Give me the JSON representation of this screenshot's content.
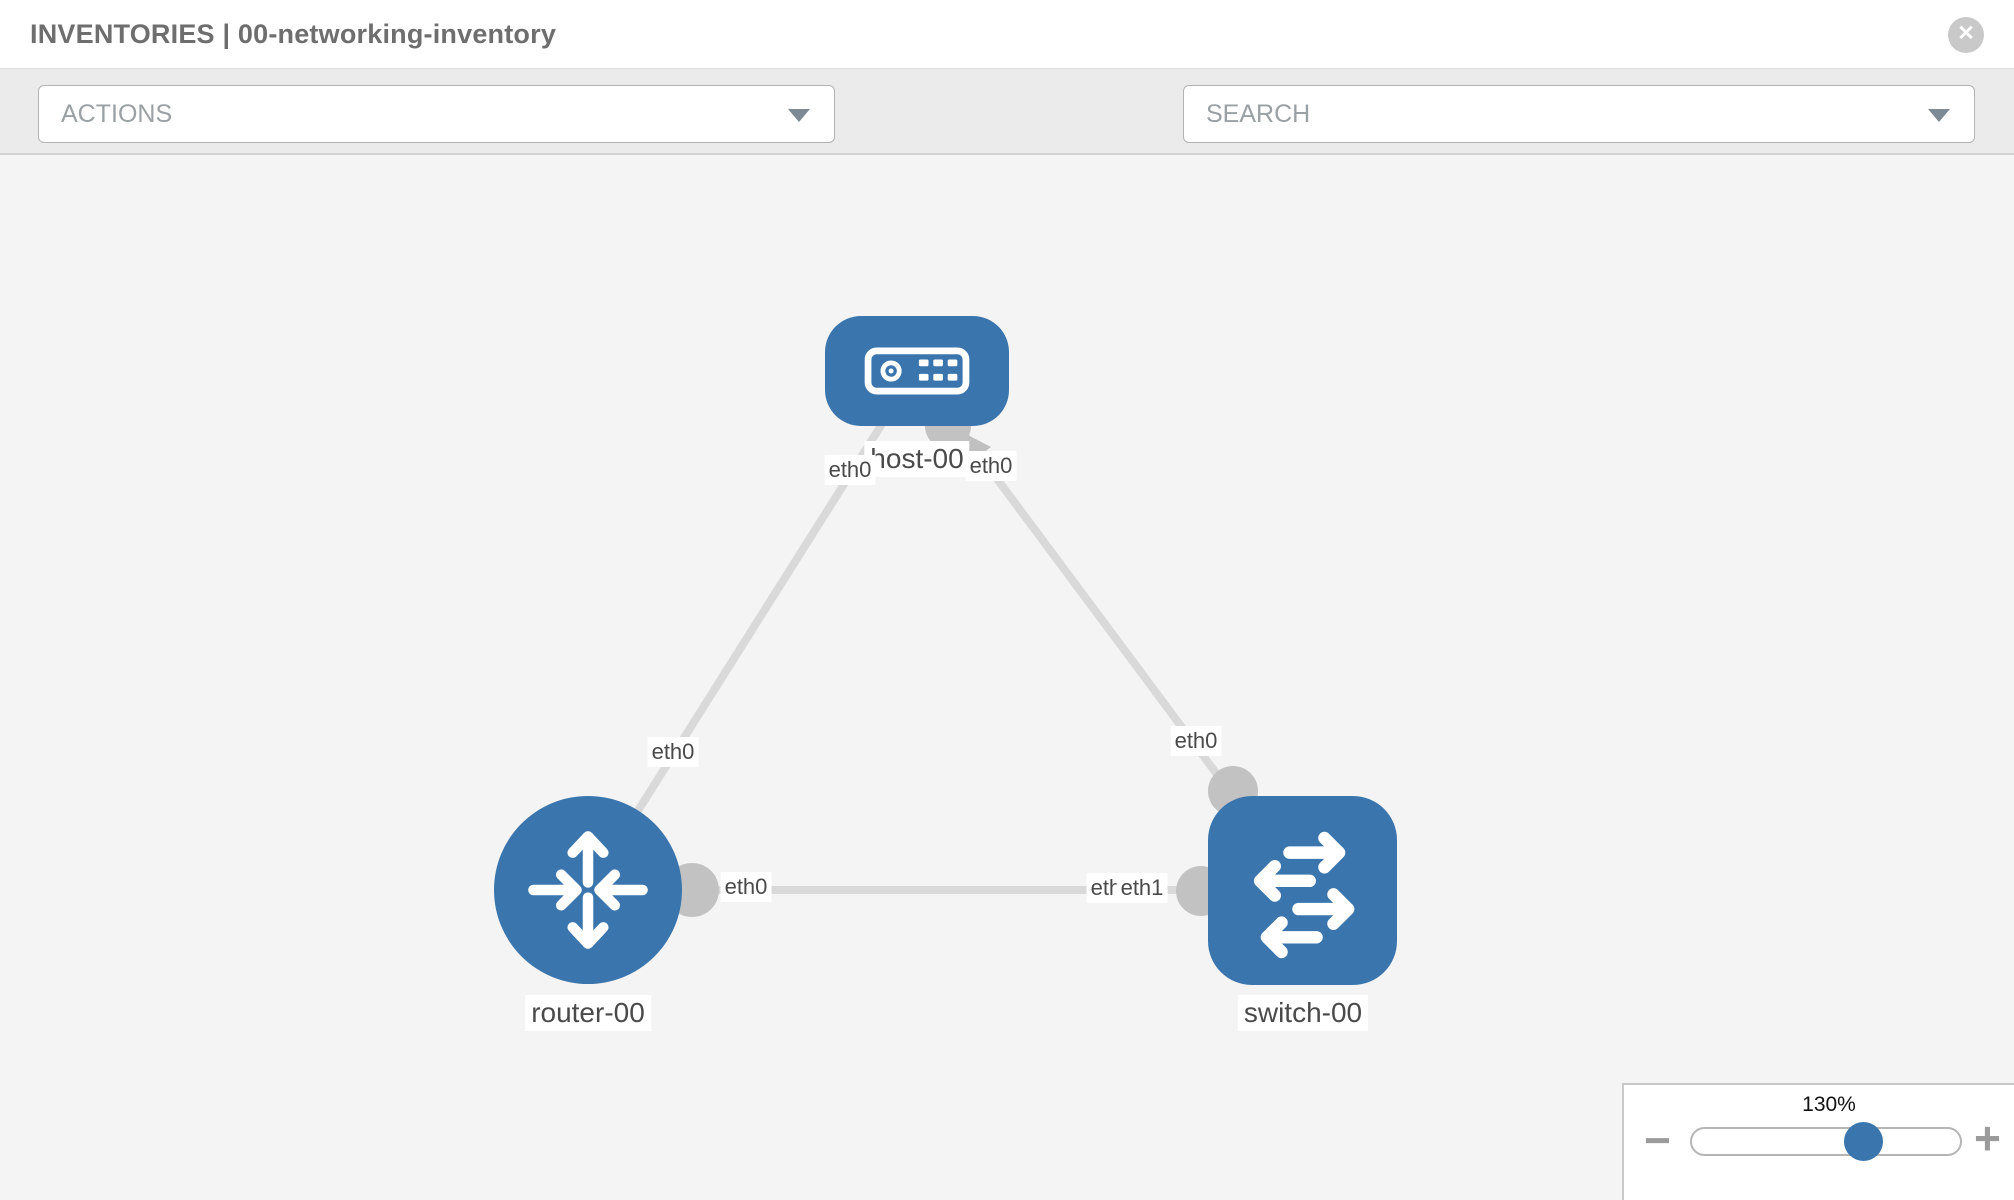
{
  "header": {
    "title": "INVENTORIES | 00-networking-inventory",
    "close_label": "✕"
  },
  "toolbar": {
    "actions_label": "ACTIONS",
    "search_placeholder": "SEARCH",
    "icons": [
      "wrench-icon",
      "key-icon"
    ]
  },
  "topology": {
    "nodes": [
      {
        "id": "host-00",
        "type": "host",
        "label": "host-00"
      },
      {
        "id": "router-00",
        "type": "router",
        "label": "router-00"
      },
      {
        "id": "switch-00",
        "type": "switch",
        "label": "switch-00"
      }
    ],
    "links": [
      {
        "from": "host-00",
        "to": "router-00",
        "from_interface": "eth0",
        "to_interface": "eth0"
      },
      {
        "from": "host-00",
        "to": "switch-00",
        "from_interface": "eth0",
        "to_interface": "eth0"
      },
      {
        "from": "router-00",
        "to": "switch-00",
        "from_interface": "eth0",
        "to_interface": "eth1"
      }
    ],
    "overlapped_label": {
      "under": "eth0",
      "over": "eth1"
    }
  },
  "zoom_control": {
    "value": "130%",
    "minus_label": "−",
    "plus_label": "+"
  },
  "colors": {
    "node_blue": "#3a76ad",
    "link_gray": "#d9d9d9",
    "connector_gray": "#c2c2c2",
    "canvas_bg": "#f4f4f4",
    "toolbar_bg": "#ebebeb"
  }
}
